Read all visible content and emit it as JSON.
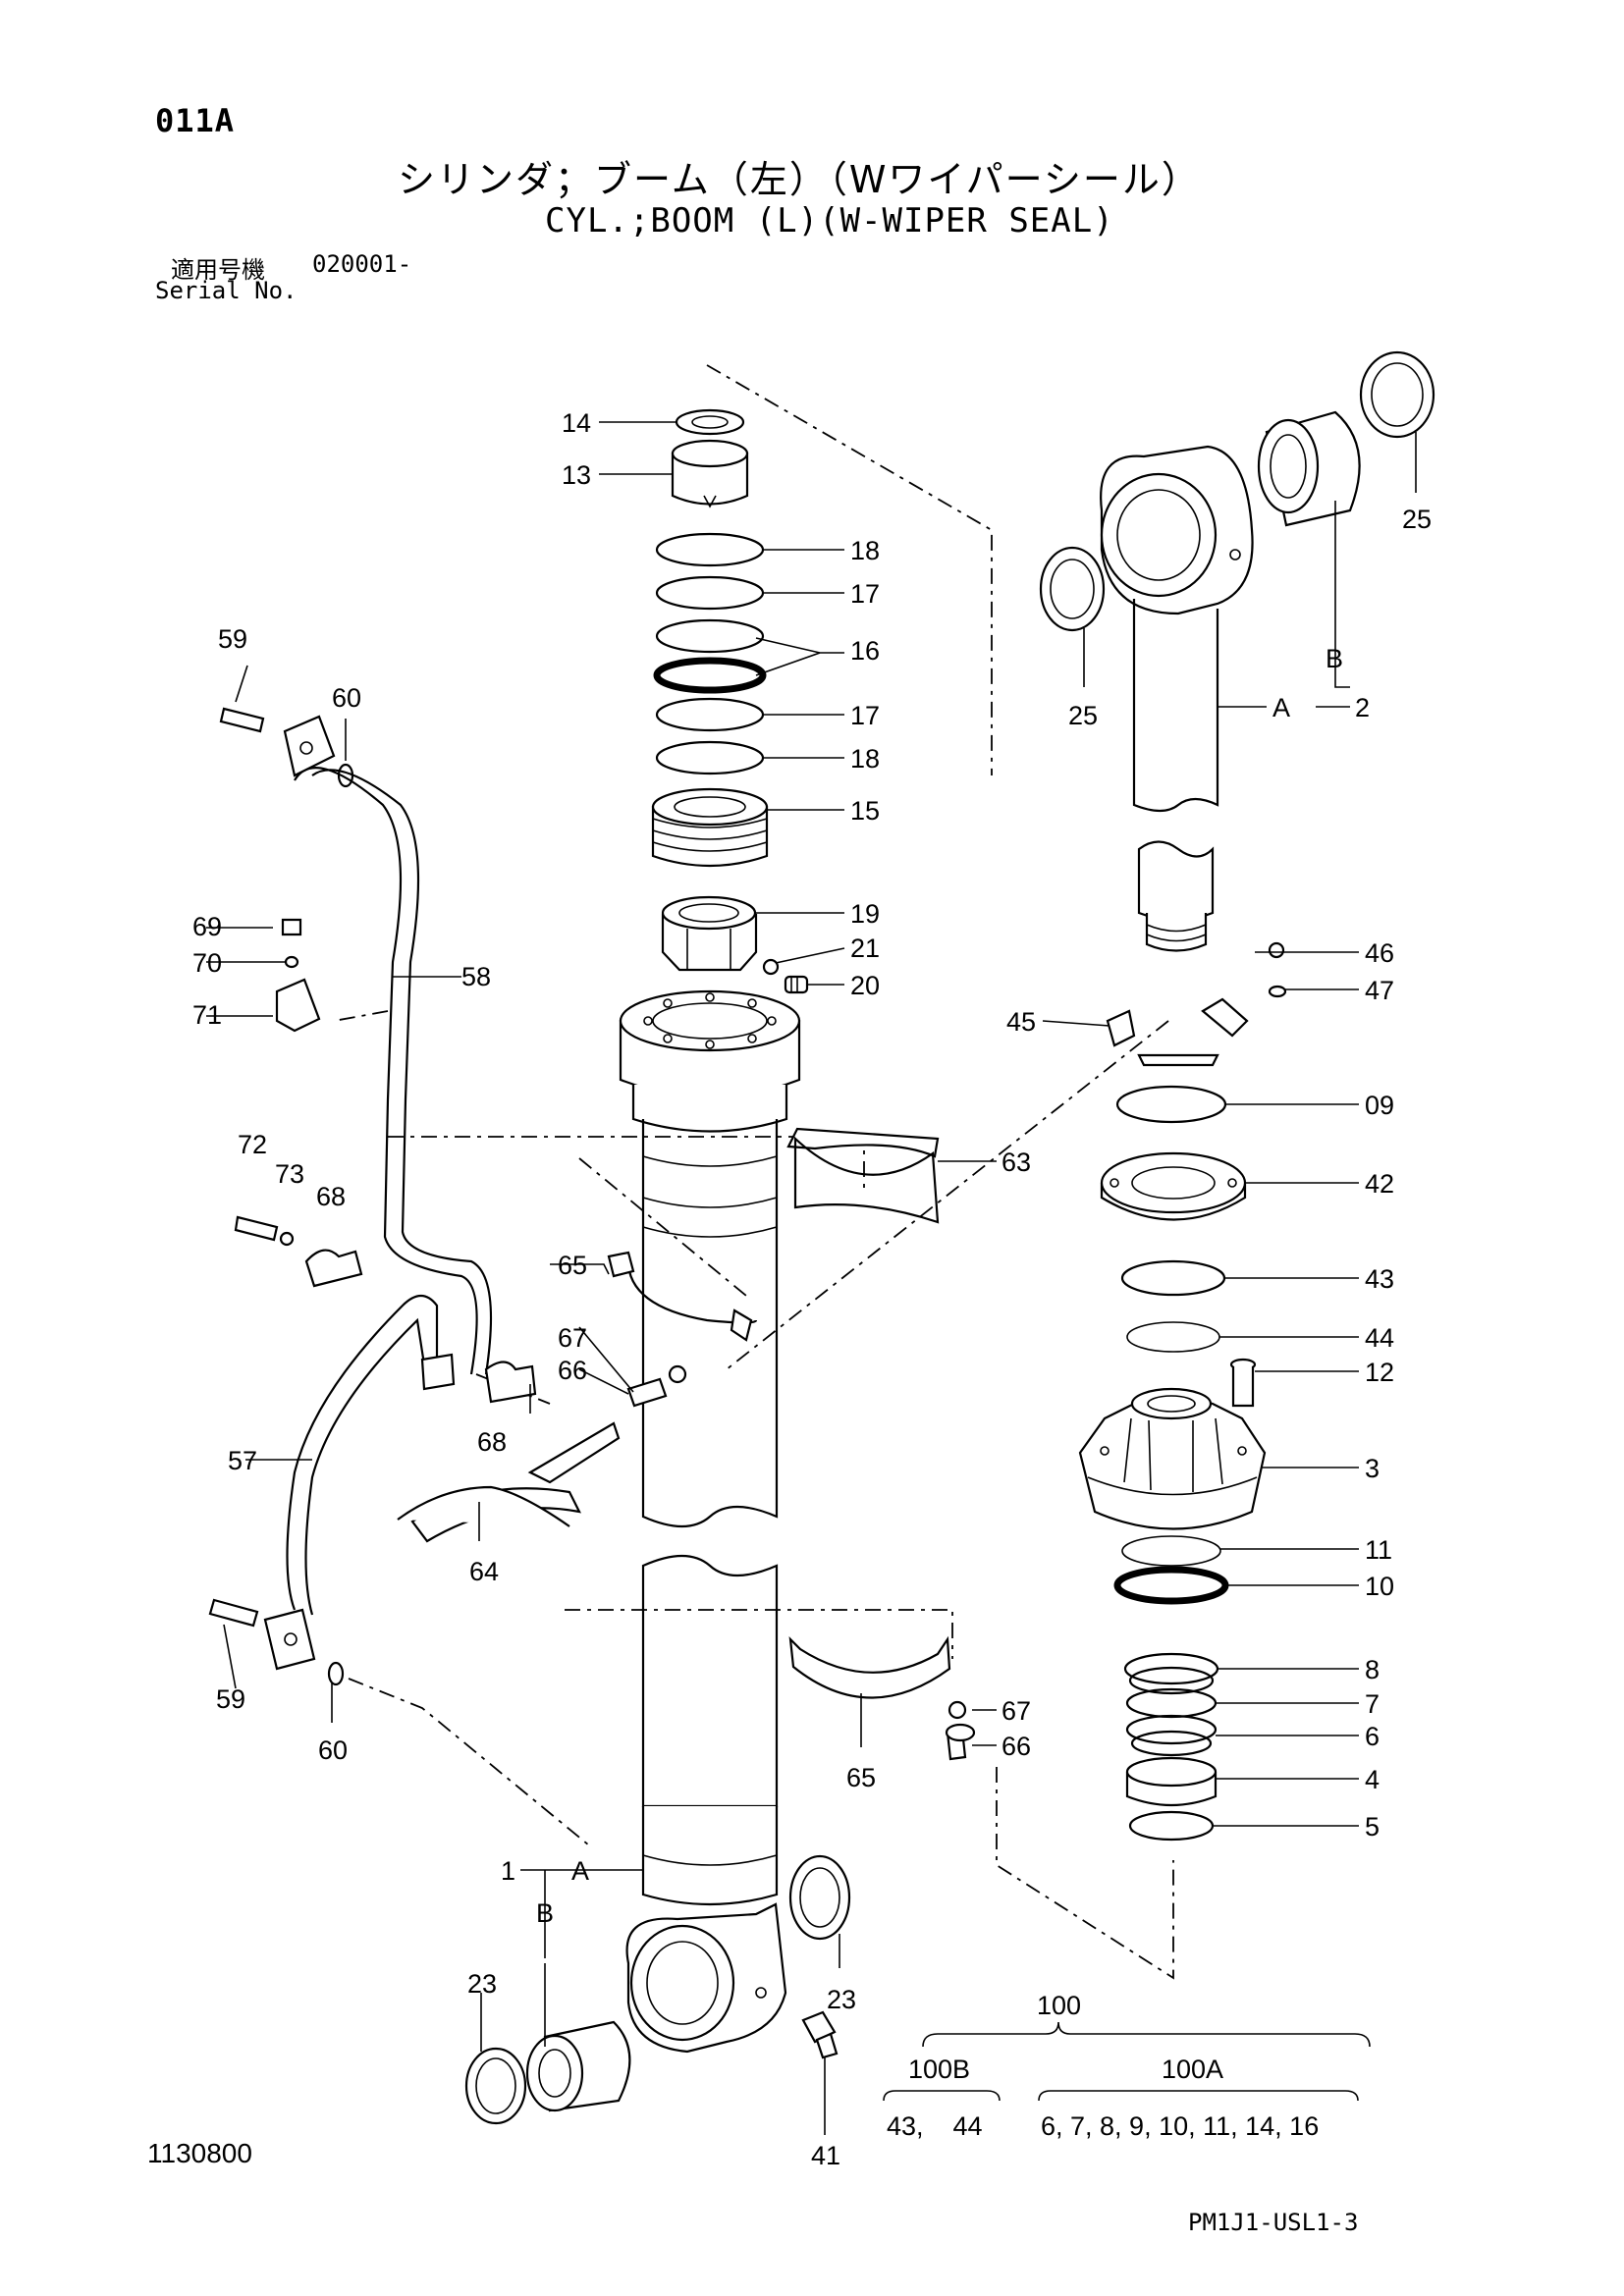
{
  "header": {
    "page_code": "011A",
    "title_jp": "シリンダ；ブーム（左）（Wワイパーシール）",
    "title_en": "CYL.;BOOM (L)(W-WIPER SEAL)",
    "serial_label_jp": "適用号機",
    "serial_number": "020001-",
    "serial_label_en": "Serial No."
  },
  "footer": {
    "drawing_number": "1130800",
    "page_reference": "PM1J1-USL1-3"
  },
  "callouts": {
    "p14": "14",
    "p13": "13",
    "p18a": "18",
    "p17a": "17",
    "p16": "16",
    "p17b": "17",
    "p18b": "18",
    "p15": "15",
    "p19": "19",
    "p21": "21",
    "p20": "20",
    "p59a": "59",
    "p60a": "60",
    "p69": "69",
    "p70": "70",
    "p71": "71",
    "p58": "58",
    "p72": "72",
    "p73": "73",
    "p68a": "68",
    "p65a": "65",
    "p67a": "67",
    "p66a": "66",
    "p68b": "68",
    "p63": "63",
    "p57": "57",
    "p64": "64",
    "p59b": "59",
    "p60b": "60",
    "p65b": "65",
    "p67b": "67",
    "p66b": "66",
    "p1": "1",
    "pA1": "A",
    "pB1": "B",
    "p23a": "23",
    "p23b": "23",
    "p41": "41",
    "p25a": "25",
    "p25b": "25",
    "pB2": "B",
    "pA2": "A",
    "p2": "2",
    "p46": "46",
    "p47": "47",
    "p45": "45",
    "p09": "09",
    "p42": "42",
    "p43": "43",
    "p44": "44",
    "p12": "12",
    "p3": "3",
    "p11": "11",
    "p10": "10",
    "p8": "8",
    "p7": "7",
    "p6": "6",
    "p4": "4",
    "p5": "5"
  },
  "kits": {
    "total": "100",
    "kit_b": {
      "label": "100B",
      "contents": "43,    44"
    },
    "kit_a": {
      "label": "100A",
      "contents": "6, 7, 8, 9, 10, 11, 14, 16"
    }
  }
}
